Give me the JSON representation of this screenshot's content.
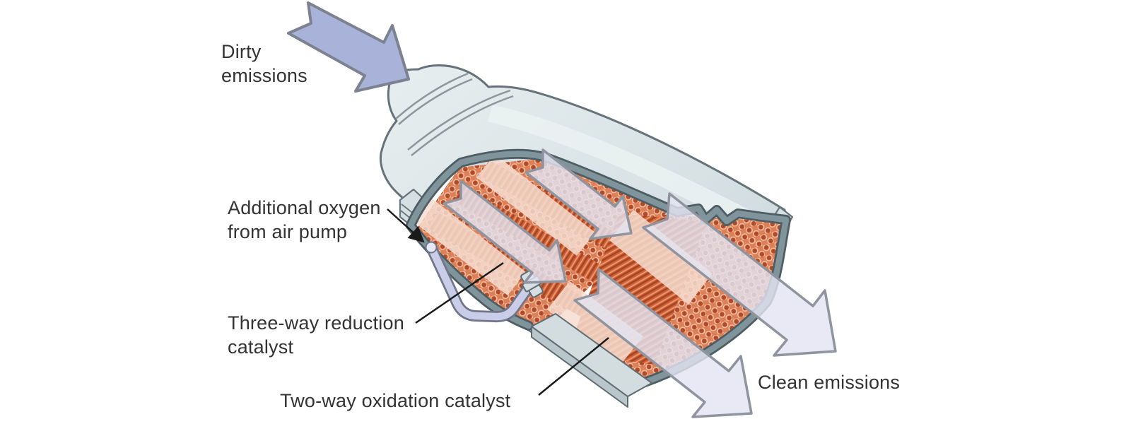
{
  "page": {
    "description": "Cutaway illustration of an automobile catalytic converter showing gas flow through two catalyst beds"
  },
  "labels": {
    "dirty_emissions": "Dirty emissions",
    "additional_oxygen": "Additional oxygen from air pump",
    "three_way_catalyst": "Three-way reduction catalyst",
    "two_way_catalyst": "Two-way oxidation catalyst",
    "clean_emissions": "Clean emissions"
  },
  "icons": {
    "dirty_emissions_arrow": "block-arrow-down-right",
    "flow_arrows_internal": "block-arrow-down-right-translucent",
    "clean_emissions_arrows": "block-arrow-down-right-translucent",
    "leader_arrowhead": "triangle-arrowhead"
  },
  "colors": {
    "background": "#ffffff",
    "shell": "#dde6e8",
    "shell_outline": "#67737a",
    "rim": "#7f949b",
    "rim_outline": "#4d5d63",
    "catalyst_base": "#dd8056",
    "catalyst_hole": "#b24a28",
    "catalyst_ring": "#f0bfa6",
    "corrugation": "#cd6037",
    "corrugation_dark": "#a64524",
    "corrugation_light": "#ef9a70",
    "flow_arrow_fill": "#e3e4f2",
    "flow_arrow_outline": "#8f949e",
    "dirty_arrow_fill": "#a9b3d9",
    "air_tube": "#c9cde7",
    "text": "#333333"
  },
  "diagram": {
    "type": "cutaway-illustration",
    "subject": "catalytic converter",
    "flow_sequence": [
      "Dirty emissions",
      "Three-way reduction catalyst",
      "Additional oxygen from air pump",
      "Two-way oxidation catalyst",
      "Clean emissions"
    ]
  }
}
